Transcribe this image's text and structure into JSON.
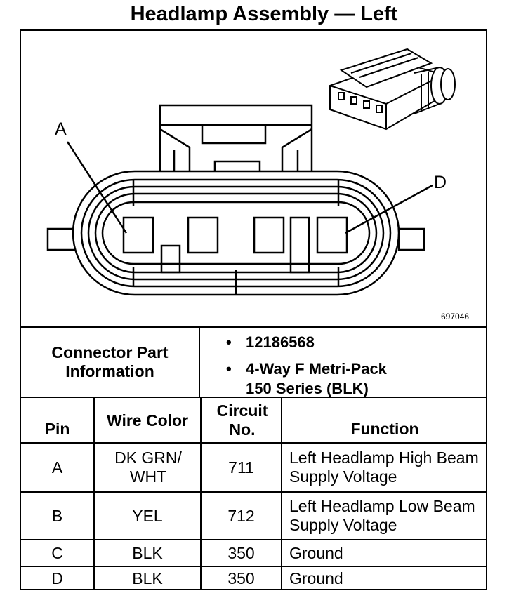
{
  "title": "Headlamp Assembly — Left",
  "diagram": {
    "figure_number": "697046",
    "pin_labels": [
      "A",
      "D"
    ]
  },
  "connector_info": {
    "label": "Connector Part Information",
    "part_number": "12186568",
    "description_line1": "4-Way F Metri-Pack",
    "description_line2": "150 Series (BLK)",
    "bullet": "•"
  },
  "table": {
    "headers": {
      "pin": "Pin",
      "wire_color": "Wire Color",
      "circuit": "Circuit No.",
      "function": "Function"
    },
    "rows": [
      {
        "pin": "A",
        "wire_color": "DK GRN/ WHT",
        "circuit": "711",
        "function": "Left Headlamp High Beam Supply Voltage"
      },
      {
        "pin": "B",
        "wire_color": "YEL",
        "circuit": "712",
        "function": "Left Headlamp Low Beam Supply Voltage"
      },
      {
        "pin": "C",
        "wire_color": "BLK",
        "circuit": "350",
        "function": "Ground"
      },
      {
        "pin": "D",
        "wire_color": "BLK",
        "circuit": "350",
        "function": "Ground"
      }
    ]
  }
}
